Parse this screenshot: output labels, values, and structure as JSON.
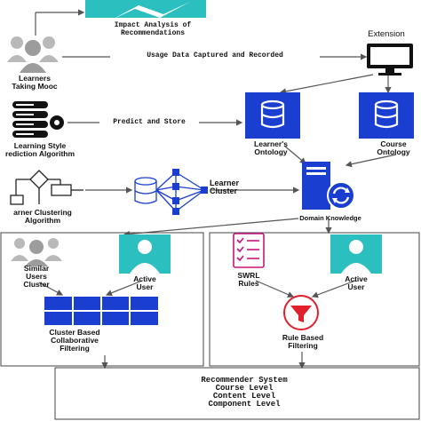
{
  "colors": {
    "blue": "#1a3fd0",
    "teal": "#2bbfbf",
    "magenta": "#c8157c",
    "red": "#e0202a",
    "gray": "#b9b9b9",
    "dark": "#111111"
  },
  "labels": {
    "impact": [
      "Impact Analysis of",
      "Recommendations"
    ],
    "learners": [
      "Learners",
      "Taking Mooc"
    ],
    "usage": "Usage Data Captured and Recorded",
    "extension": "Extension",
    "predict": "Predict and Store",
    "learning_style": [
      "Learning Style",
      "rediction Algorithm"
    ],
    "learner_ontology": [
      "Learner's",
      "Ontology"
    ],
    "course_ontology": [
      "Course",
      "Ontology"
    ],
    "domain_knowledge": "Domain Knowledge",
    "learner_cluster": [
      "Learner",
      "Cluster"
    ],
    "clustering_algorithm": [
      "arner Clustering",
      "Algorithm"
    ],
    "similar_users": [
      "Similar",
      "Users",
      "Cluster"
    ],
    "active_user_left": [
      "Active",
      "User"
    ],
    "active_user_right": [
      "Active",
      "User"
    ],
    "cbcf": [
      "Cluster Based",
      "Collaborative",
      "Filtering"
    ],
    "swrl": [
      "SWRL",
      "Rules"
    ],
    "rule_based": [
      "Rule Based",
      "Filtering"
    ],
    "recommender": [
      "Recommender System",
      "Course Level",
      "Content Level",
      "Component Level"
    ]
  },
  "icons": [
    "users-group-icon",
    "database-server-icon",
    "monitor-icon",
    "database-icon",
    "flowchart-icon",
    "neural-network-icon",
    "server-sync-icon",
    "user-icon",
    "grid-table-icon",
    "checklist-icon",
    "funnel-icon"
  ]
}
